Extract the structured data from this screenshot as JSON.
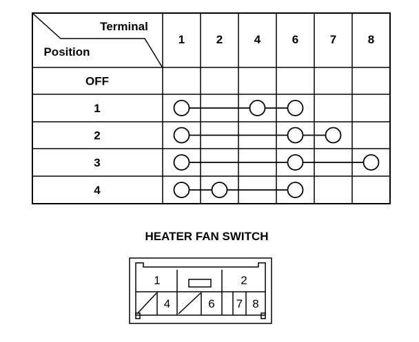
{
  "table": {
    "corner_terminal": "Terminal",
    "corner_position": "Position",
    "terminals": [
      "1",
      "2",
      "4",
      "6",
      "7",
      "8"
    ],
    "rows": [
      {
        "position": "OFF",
        "connections": []
      },
      {
        "position": "1",
        "connections": [
          [
            "1",
            "4",
            "6"
          ]
        ]
      },
      {
        "position": "2",
        "connections": [
          [
            "1",
            "6",
            "7"
          ]
        ]
      },
      {
        "position": "3",
        "connections": [
          [
            "1",
            "6",
            "8"
          ]
        ]
      },
      {
        "position": "4",
        "connections": [
          [
            "1",
            "2",
            "6"
          ]
        ]
      }
    ]
  },
  "connector": {
    "title": "HEATER FAN SWITCH",
    "pins": [
      "1",
      "2",
      "4",
      "6",
      "7",
      "8"
    ]
  }
}
